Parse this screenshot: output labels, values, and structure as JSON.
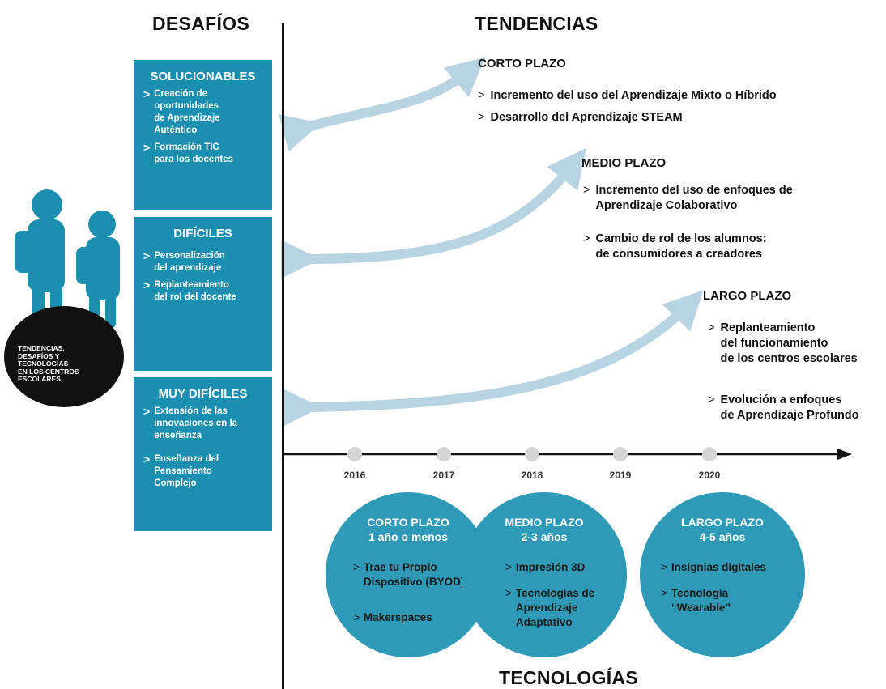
{
  "headings": {
    "desafios": "DESAFÍOS",
    "tendencias": "TENDENCIAS",
    "tecnologias": "TECNOLOGÍAS"
  },
  "logo_text": [
    "TENDENCIAS,",
    "DESAFÍOS Y",
    "TECNOLOGÍAS",
    "EN LOS CENTROS",
    "ESCOLARES"
  ],
  "challenges": [
    {
      "title": "SOLUCIONABLES",
      "items": [
        [
          "Creación de",
          "oportunidades",
          "de Aprendizaje",
          "Auténtico"
        ],
        [
          "Formación TIC",
          "para los docentes"
        ]
      ]
    },
    {
      "title": "DIFÍCILES",
      "items": [
        [
          "Personalización",
          "del aprendizaje"
        ],
        [
          "Replanteamiento",
          "del rol del docente"
        ]
      ]
    },
    {
      "title": "MUY DIFÍCILES",
      "items": [
        [
          "Extensión de las",
          "innovaciones en la",
          "enseñanza"
        ],
        [
          "Enseñanza del",
          "Pensamiento",
          "Complejo"
        ]
      ]
    }
  ],
  "trends": {
    "corto": {
      "label": "CORTO PLAZO",
      "items": [
        "Incremento del uso del Aprendizaje Mixto o Híbrido",
        "Desarrollo del Aprendizaje STEAM"
      ]
    },
    "medio": {
      "label": "MEDIO PLAZO",
      "items": [
        [
          "Incremento del uso de enfoques de",
          "Aprendizaje Colaborativo"
        ],
        [
          "Cambio de rol de los alumnos:",
          "de consumidores a creadores"
        ]
      ]
    },
    "largo": {
      "label": "LARGO PLAZO",
      "items": [
        [
          "Replanteamiento",
          "del funcionamiento",
          "de los centros escolares"
        ],
        [
          "Evolución a enfoques",
          "de Aprendizaje Profundo"
        ]
      ]
    }
  },
  "bullet_marker": ">",
  "years": [
    "2016",
    "2017",
    "2018",
    "2019",
    "2020"
  ],
  "technologies": [
    {
      "title": [
        "CORTO PLAZO",
        "1 año o menos"
      ],
      "items": [
        [
          "Trae tu Propio",
          "Dispositivo (BYOD)"
        ],
        [
          "Makerspaces"
        ]
      ]
    },
    {
      "title": [
        "MEDIO PLAZO",
        "2-3 años"
      ],
      "items": [
        [
          "Impresión 3D"
        ],
        [
          "Tecnologías de",
          "Aprendizaje",
          "Adaptativo"
        ]
      ]
    },
    {
      "title": [
        "LARGO PLAZO",
        "4-5 años"
      ],
      "items": [
        [
          "Insignias digitales"
        ],
        [
          "Tecnología",
          "“Wearable”"
        ]
      ]
    }
  ],
  "colors": {
    "box": "#1b8fb0",
    "circle": "#2e9ab8",
    "arrow": "#b8d3e2",
    "kids": "#1b8fb0"
  }
}
